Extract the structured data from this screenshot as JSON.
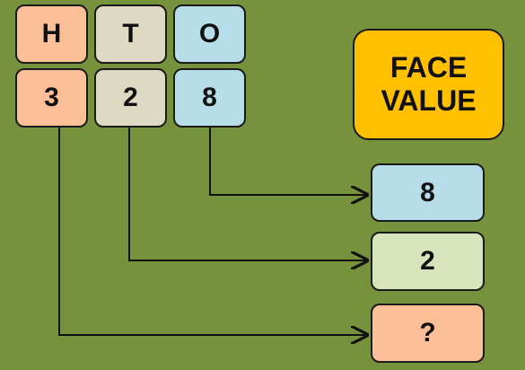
{
  "place_headers": [
    {
      "label": "H",
      "color": "#fbbf98"
    },
    {
      "label": "T",
      "color": "#ddd9c3"
    },
    {
      "label": "O",
      "color": "#b7dde8"
    }
  ],
  "digits": [
    {
      "label": "3",
      "color": "#fbbf98"
    },
    {
      "label": "2",
      "color": "#ddd9c3"
    },
    {
      "label": "8",
      "color": "#b7dde8"
    }
  ],
  "title": {
    "line1": "FACE",
    "line2": "VALUE",
    "color": "#ffc000"
  },
  "face_values": [
    {
      "label": "8",
      "color": "#b7dde8"
    },
    {
      "label": "2",
      "color": "#d7e4bc"
    },
    {
      "label": "?",
      "color": "#fbbf98"
    }
  ]
}
